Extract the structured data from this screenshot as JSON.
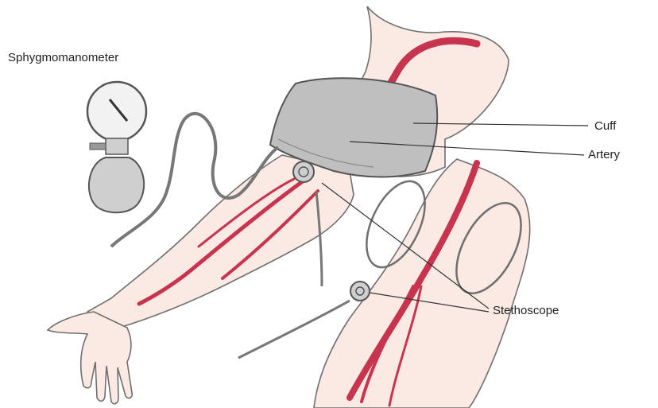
{
  "labels": {
    "sphygmomanometer": "Sphygmomanometer",
    "cuff": "Cuff",
    "artery": "Artery",
    "stethoscope": "Stethoscope"
  },
  "colors": {
    "skin": "#fbe9e4",
    "skin_outline": "#6f6f6f",
    "artery": "#c8344e",
    "cuff_fill": "#bfbfbf",
    "cuff_outline": "#555555",
    "tube": "#777777",
    "leader_line": "#333333"
  }
}
